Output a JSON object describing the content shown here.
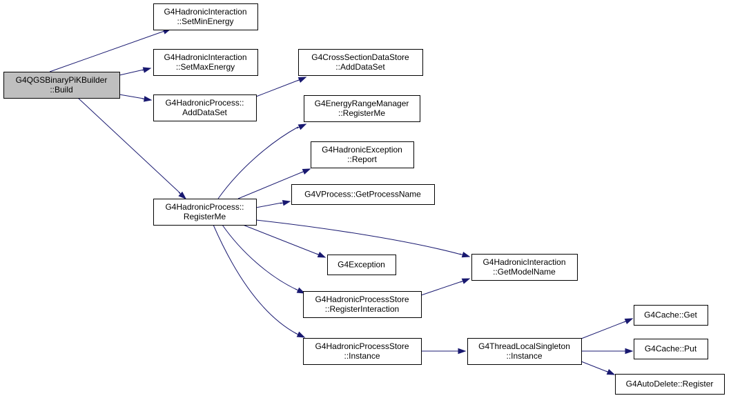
{
  "colors": {
    "edge": "#191970",
    "root_fill": "#bfbfbf",
    "node_fill": "#ffffff",
    "border": "#000000"
  },
  "nodes": [
    {
      "id": "n0",
      "lines": [
        "G4QGSBinaryPiKBuilder",
        "::Build"
      ],
      "root": true
    },
    {
      "id": "n1",
      "lines": [
        "G4HadronicInteraction",
        "::SetMinEnergy"
      ]
    },
    {
      "id": "n2",
      "lines": [
        "G4HadronicInteraction",
        "::SetMaxEnergy"
      ]
    },
    {
      "id": "n3",
      "lines": [
        "G4HadronicProcess::",
        "AddDataSet"
      ]
    },
    {
      "id": "n4",
      "lines": [
        "G4HadronicProcess::",
        "RegisterMe"
      ]
    },
    {
      "id": "n5",
      "lines": [
        "G4CrossSectionDataStore",
        "::AddDataSet"
      ]
    },
    {
      "id": "n6",
      "lines": [
        "G4EnergyRangeManager",
        "::RegisterMe"
      ]
    },
    {
      "id": "n7",
      "lines": [
        "G4HadronicException",
        "::Report"
      ]
    },
    {
      "id": "n8",
      "lines": [
        "G4VProcess::GetProcessName"
      ]
    },
    {
      "id": "n9",
      "lines": [
        "G4Exception"
      ]
    },
    {
      "id": "n10",
      "lines": [
        "G4HadronicInteraction",
        "::GetModelName"
      ]
    },
    {
      "id": "n11",
      "lines": [
        "G4HadronicProcessStore",
        "::RegisterInteraction"
      ]
    },
    {
      "id": "n12",
      "lines": [
        "G4HadronicProcessStore",
        "::Instance"
      ]
    },
    {
      "id": "n13",
      "lines": [
        "G4ThreadLocalSingleton",
        "::Instance"
      ]
    },
    {
      "id": "n14",
      "lines": [
        "G4Cache::Get"
      ]
    },
    {
      "id": "n15",
      "lines": [
        "G4Cache::Put"
      ]
    },
    {
      "id": "n16",
      "lines": [
        "G4AutoDelete::Register"
      ]
    }
  ],
  "edges": [
    {
      "from": "n0",
      "to": "n1"
    },
    {
      "from": "n0",
      "to": "n2"
    },
    {
      "from": "n0",
      "to": "n3"
    },
    {
      "from": "n0",
      "to": "n4"
    },
    {
      "from": "n3",
      "to": "n5"
    },
    {
      "from": "n4",
      "to": "n6"
    },
    {
      "from": "n4",
      "to": "n7"
    },
    {
      "from": "n4",
      "to": "n8"
    },
    {
      "from": "n4",
      "to": "n9"
    },
    {
      "from": "n4",
      "to": "n10"
    },
    {
      "from": "n4",
      "to": "n11"
    },
    {
      "from": "n4",
      "to": "n12"
    },
    {
      "from": "n11",
      "to": "n10"
    },
    {
      "from": "n12",
      "to": "n13"
    },
    {
      "from": "n13",
      "to": "n14"
    },
    {
      "from": "n13",
      "to": "n15"
    },
    {
      "from": "n13",
      "to": "n16"
    }
  ]
}
